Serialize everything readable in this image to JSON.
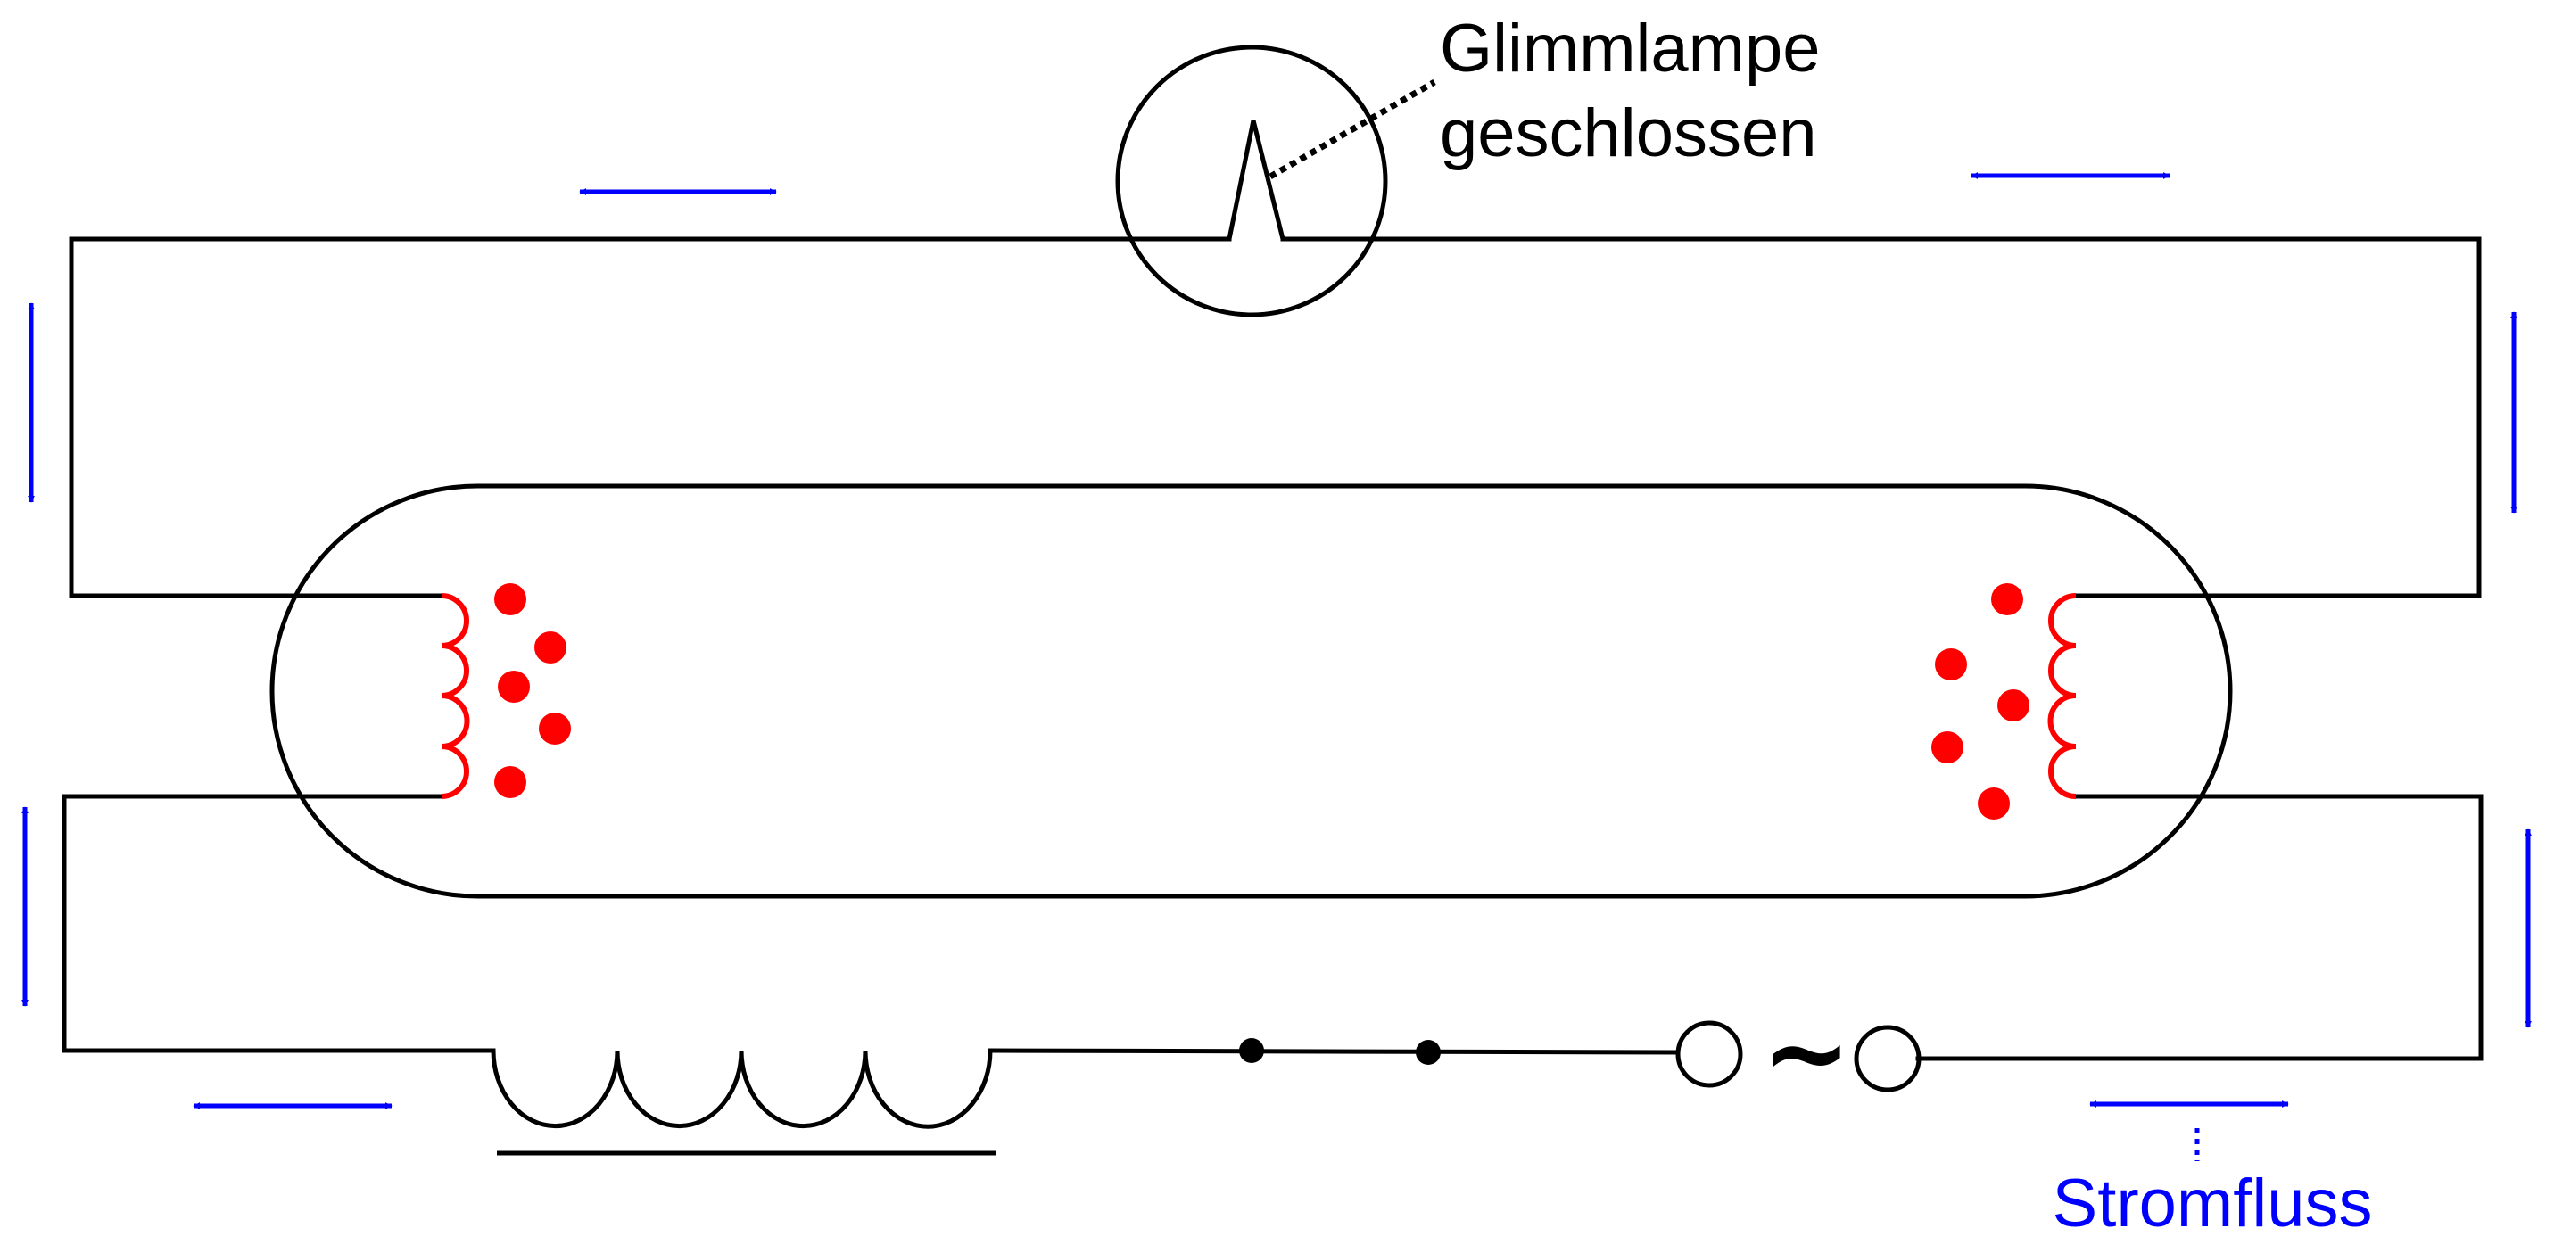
{
  "labels": {
    "starter_line1": "Glimmlampe",
    "starter_line2": "geschlossen",
    "current": "Stromfluss",
    "ac_symbol": "~"
  },
  "colors": {
    "wire": "#000000",
    "arrow": "#0000ff",
    "filament": "#ff0000",
    "electron": "#ff0000",
    "label_text": "#000000",
    "current_text": "#0000ff"
  },
  "icons": {
    "current_arrow": "double-headed-arrow",
    "electron": "filled-dot",
    "filament": "coil",
    "choke": "inductor-coil",
    "ac_source": "tilde-between-terminals"
  }
}
